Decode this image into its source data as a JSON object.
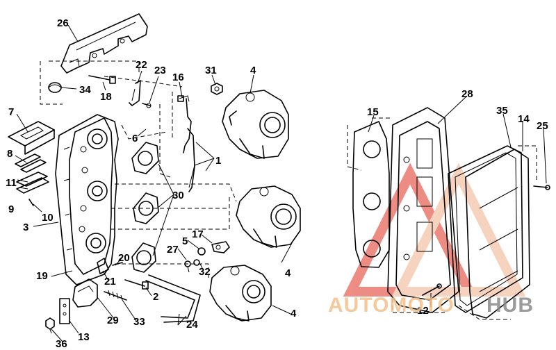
{
  "diagram": {
    "callouts": [
      "26",
      "34",
      "18",
      "22",
      "23",
      "16",
      "31",
      "4",
      "7",
      "6",
      "1",
      "8",
      "11",
      "9",
      "10",
      "30",
      "3",
      "17",
      "5",
      "27",
      "32",
      "20",
      "19",
      "21",
      "2",
      "33",
      "29",
      "24",
      "13",
      "36",
      "28",
      "15",
      "35",
      "14",
      "25",
      "12"
    ]
  },
  "watermark": {
    "text_primary": "AUTOMOTO",
    "text_secondary": "HUB",
    "colors": {
      "primary": "#e0301e",
      "secondary": "#f3c08a",
      "hub": "#8a8a8a"
    }
  }
}
